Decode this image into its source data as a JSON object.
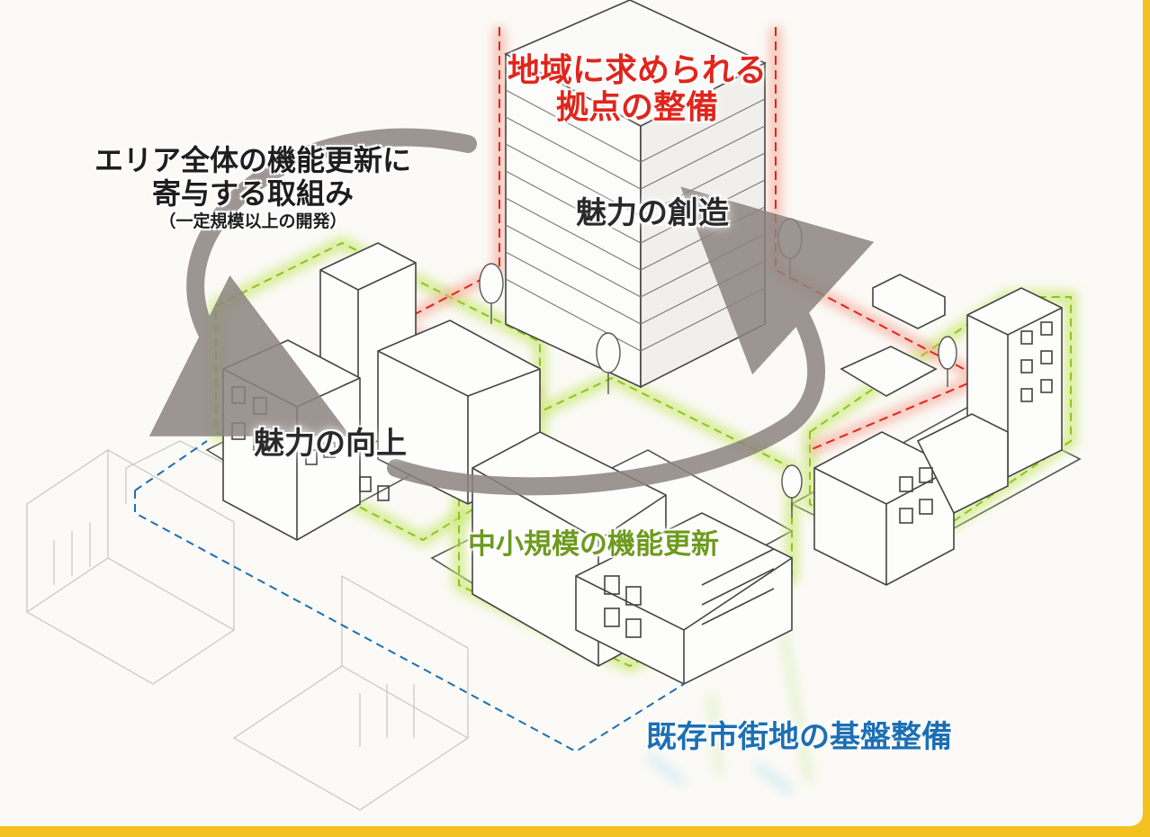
{
  "labels": {
    "red_line1": "地域に求められる",
    "red_line2": "拠点の整備",
    "black_line1": "エリア全体の機能更新に",
    "black_line2": "寄与する取組み",
    "black_sub": "（一定規模以上の開発）",
    "attract_create": "魅力の創造",
    "attract_up": "魅力の向上",
    "green": "中小規模の機能更新",
    "blue": "既存市街地の基盤整備"
  },
  "colors": {
    "frame": "#f3c21e",
    "red": "#e0261c",
    "green": "#8fc31f",
    "blue": "#1c6fb4",
    "arrow": "#8c8480",
    "text": "#1e1e1e"
  }
}
